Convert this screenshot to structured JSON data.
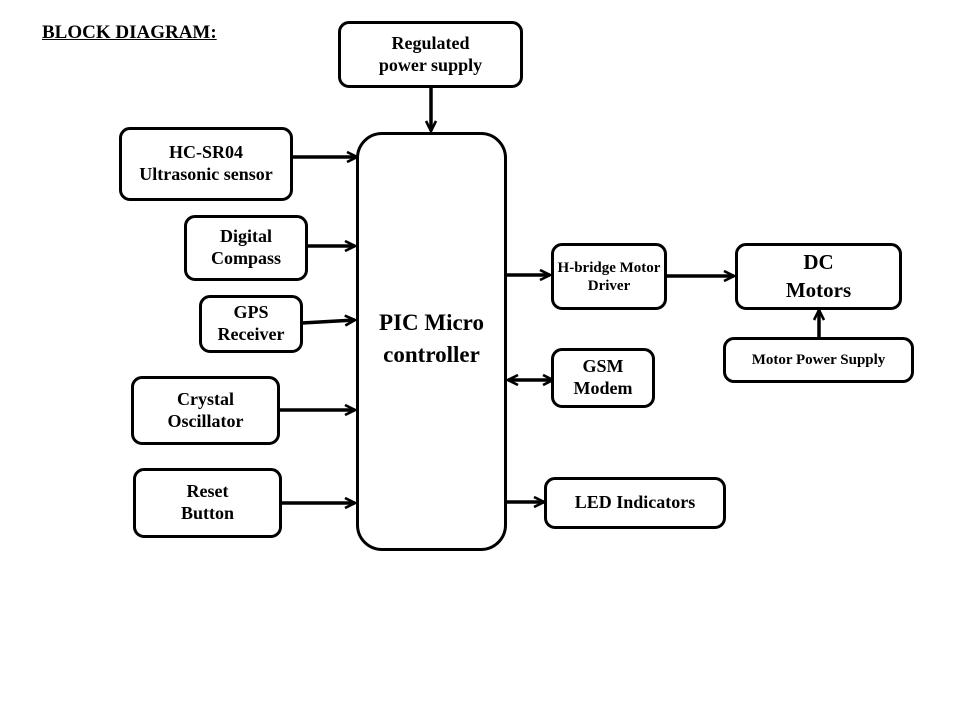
{
  "title": "BLOCK DIAGRAM:",
  "blocks": {
    "power_supply": {
      "line1": "Regulated",
      "line2": "power supply"
    },
    "ultrasonic": {
      "line1": "HC-SR04",
      "line2": "Ultrasonic  sensor"
    },
    "compass": {
      "line1": "Digital",
      "line2": "Compass"
    },
    "gps": {
      "line1": "GPS",
      "line2": "Receiver"
    },
    "crystal": {
      "line1": "Crystal",
      "line2": "Oscillator"
    },
    "reset": {
      "line1": "Reset",
      "line2": "Button"
    },
    "mcu": {
      "line1": "PIC Micro",
      "line2": "controller"
    },
    "hbridge": {
      "line1": "H-bridge Motor",
      "line2": "Driver"
    },
    "dc_motors": {
      "line1": "DC",
      "line2": "Motors"
    },
    "motor_power": {
      "line1": "Motor Power Supply"
    },
    "gsm": {
      "line1": "GSM",
      "line2": "Modem"
    },
    "led": {
      "line1": "LED Indicators"
    }
  },
  "connections": [
    {
      "from": "Regulated power supply",
      "to": "PIC Micro controller",
      "direction": "one-way"
    },
    {
      "from": "HC-SR04 Ultrasonic sensor",
      "to": "PIC Micro controller",
      "direction": "one-way"
    },
    {
      "from": "Digital Compass",
      "to": "PIC Micro controller",
      "direction": "one-way"
    },
    {
      "from": "GPS Receiver",
      "to": "PIC Micro controller",
      "direction": "one-way"
    },
    {
      "from": "Crystal Oscillator",
      "to": "PIC Micro controller",
      "direction": "one-way"
    },
    {
      "from": "Reset Button",
      "to": "PIC Micro controller",
      "direction": "one-way"
    },
    {
      "from": "PIC Micro controller",
      "to": "H-bridge Motor Driver",
      "direction": "one-way"
    },
    {
      "from": "H-bridge Motor Driver",
      "to": "DC Motors",
      "direction": "one-way"
    },
    {
      "from": "Motor Power Supply",
      "to": "DC Motors",
      "direction": "one-way"
    },
    {
      "from": "PIC Micro controller",
      "to": "GSM Modem",
      "direction": "two-way"
    },
    {
      "from": "PIC Micro controller",
      "to": "LED Indicators",
      "direction": "one-way"
    }
  ]
}
